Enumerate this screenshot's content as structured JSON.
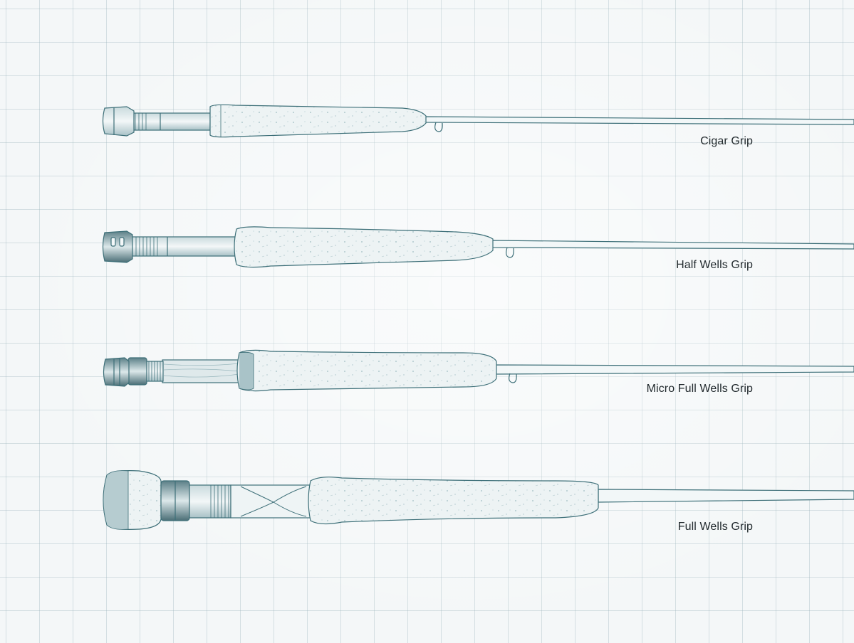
{
  "grips": [
    {
      "label": "Cigar Grip"
    },
    {
      "label": "Half Wells Grip"
    },
    {
      "label": "Micro Full Wells Grip"
    },
    {
      "label": "Full Wells Grip"
    }
  ],
  "colors": {
    "ink": "#3d6f78",
    "cork_fill": "#e9f1f2",
    "label_text": "#222a2e",
    "grid": "#96afb9"
  }
}
